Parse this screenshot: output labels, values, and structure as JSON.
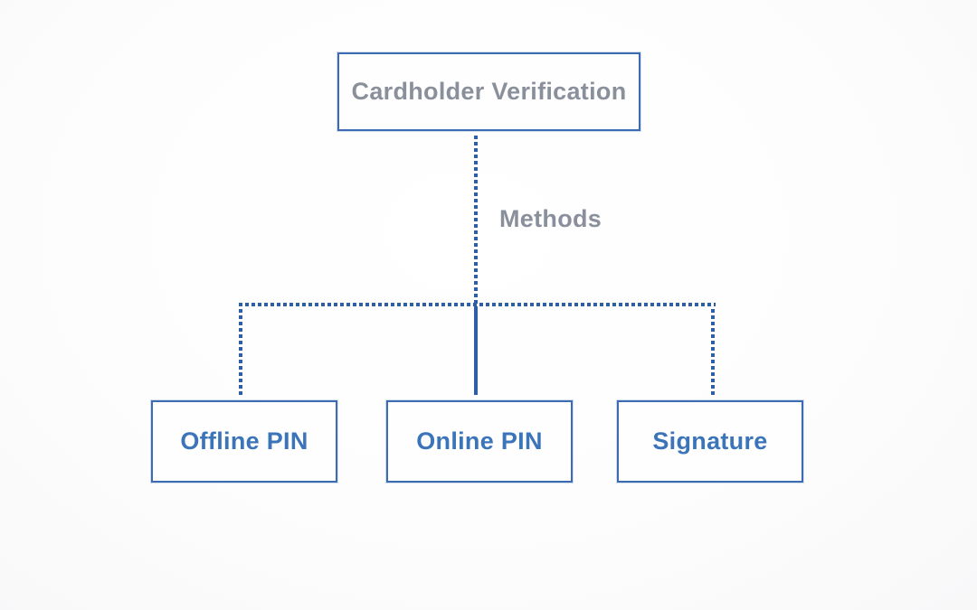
{
  "diagram": {
    "root": {
      "label": "Cardholder Verification"
    },
    "edge_label": "Methods",
    "children": [
      {
        "label": "Offline PIN"
      },
      {
        "label": "Online PIN"
      },
      {
        "label": "Signature"
      }
    ],
    "colors": {
      "box_border": "#3c6bb3",
      "root_text": "#8a909b",
      "edge_label_text": "#8a909b",
      "child_text": "#3b74b8",
      "connector": "#2d5fa6",
      "background": "#fdfdfd"
    }
  }
}
